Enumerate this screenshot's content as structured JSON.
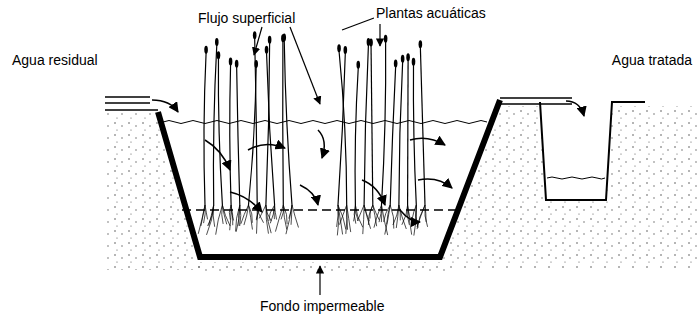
{
  "diagram": {
    "labels": [
      "Agua residual",
      "Flujo superficial",
      "Plantas acuáticas",
      "Agua tratada",
      "Fondo impermeable"
    ]
  }
}
